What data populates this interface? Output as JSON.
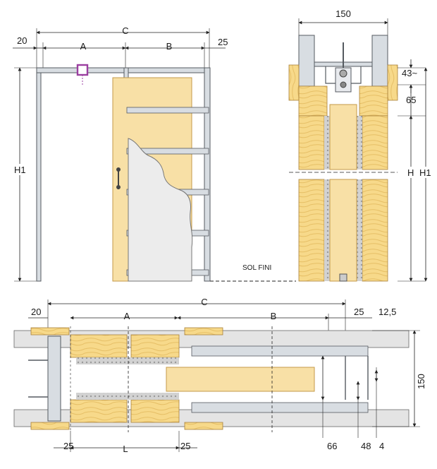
{
  "front_view": {
    "labels": {
      "c": "C",
      "a": "A",
      "b": "B",
      "left_margin": "20",
      "right_margin": "25",
      "h1": "H1",
      "floor": "SOL FINI"
    }
  },
  "side_section": {
    "labels": {
      "width": "150",
      "top_gap": "43~",
      "header": "65",
      "h": "H",
      "h1": "H1"
    }
  },
  "plan_section": {
    "labels": {
      "c": "C",
      "a": "A",
      "b": "B",
      "left_margin": "20",
      "right_margin": "25",
      "thickness": "12,5",
      "width": "150",
      "l": "L",
      "bottom_left": "25",
      "bottom_right": "25",
      "d66": "66",
      "d48": "48",
      "d4": "4"
    }
  },
  "colors": {
    "wood": "#f7d98a",
    "wood_grain": "#e3b85a",
    "frame": "#d8dde2",
    "frame_stroke": "#555a60",
    "plaster": "#b5b5b5",
    "door": "#f8e0a6",
    "handle": "#444444",
    "marker": "#9b3fa0",
    "line": "#222222"
  }
}
